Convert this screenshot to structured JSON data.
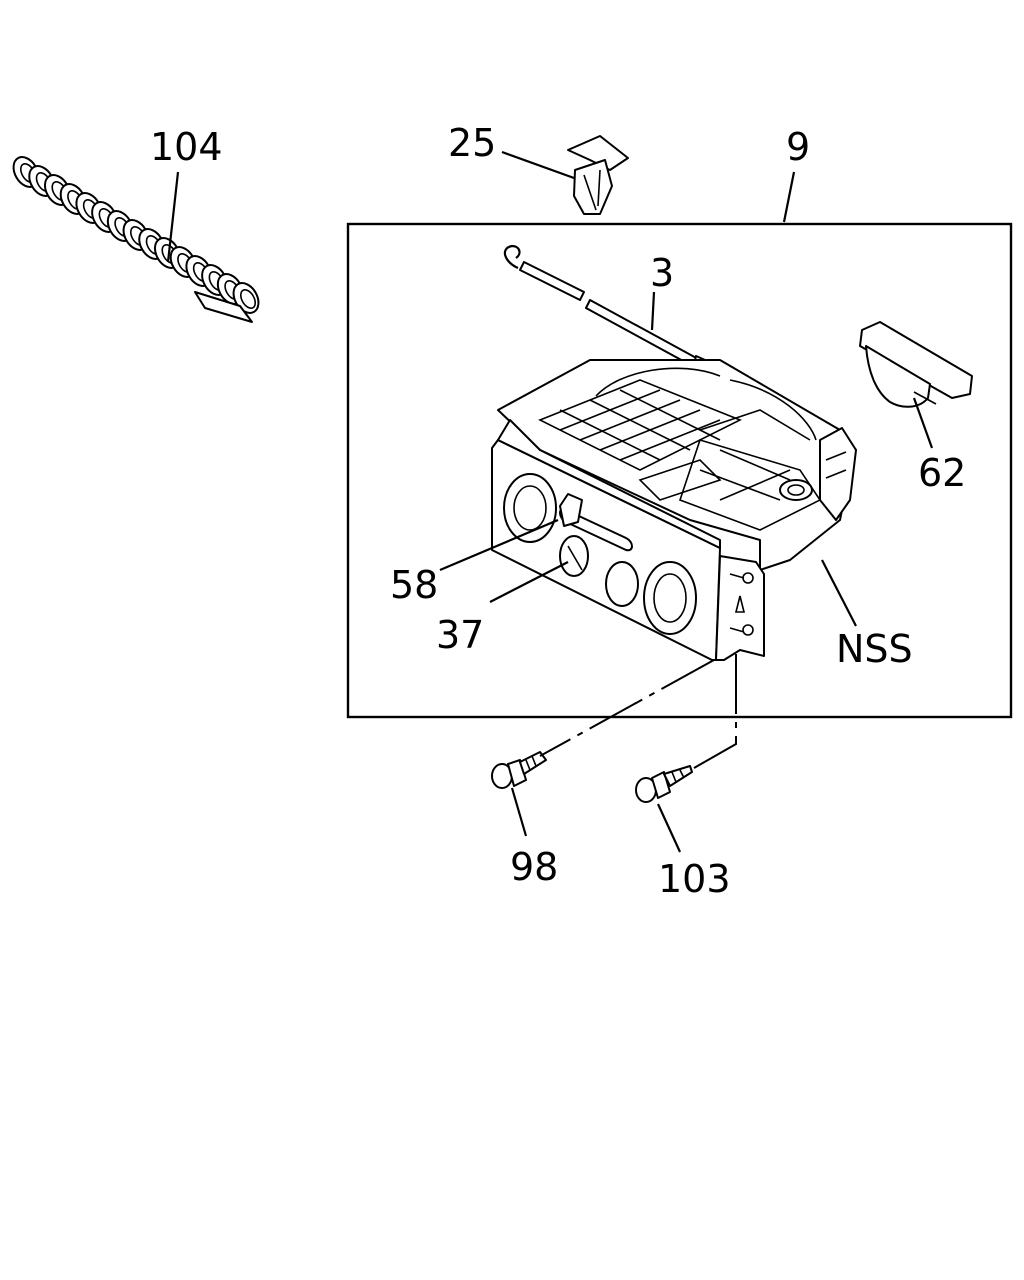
{
  "callouts": {
    "c104": "104",
    "c25": "25",
    "c9": "9",
    "c3": "3",
    "c62": "62",
    "c58": "58",
    "c37": "37",
    "cNSS": "NSS",
    "c98": "98",
    "c103": "103"
  },
  "colors": {
    "line": "#000000",
    "background": "#ffffff"
  }
}
